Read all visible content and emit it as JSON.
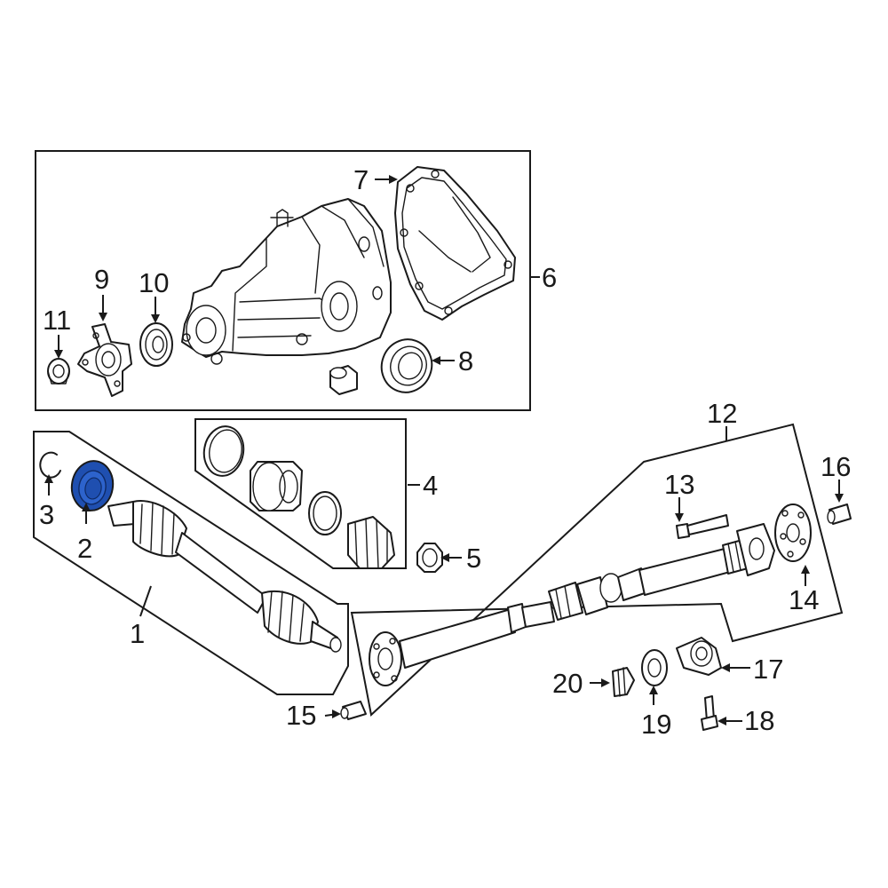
{
  "highlight_color": "#1f4fb0",
  "highlighted_part": "2",
  "callouts": {
    "c1": "1",
    "c2": "2",
    "c3": "3",
    "c4": "4",
    "c5": "5",
    "c6": "6",
    "c7": "7",
    "c8": "8",
    "c9": "9",
    "c10": "10",
    "c11": "11",
    "c12": "12",
    "c13": "13",
    "c14": "14",
    "c15": "15",
    "c16": "16",
    "c17": "17",
    "c18": "18",
    "c19": "19",
    "c20": "20"
  }
}
